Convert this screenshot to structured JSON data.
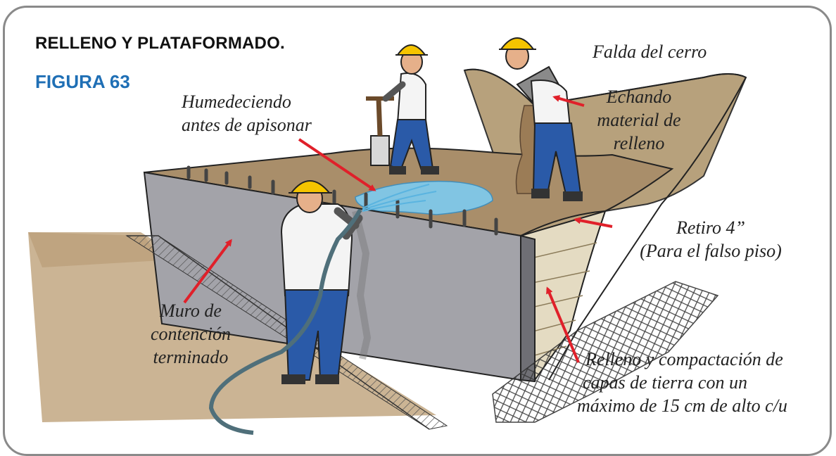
{
  "header": {
    "title": "RELLENO Y PLATAFORMADO.",
    "figure_label": "FIGURA 63"
  },
  "labels": {
    "humedeciendo": [
      "Humedeciendo",
      "antes de apisonar"
    ],
    "falda": [
      "Falda del cerro"
    ],
    "echando": [
      "Echando",
      "material de",
      "relleno"
    ],
    "retiro": [
      "Retiro 4”",
      "(Para el falso piso)"
    ],
    "muro": [
      "Muro de",
      "contención",
      "terminado"
    ],
    "relleno": [
      "Relleno y compactación de",
      "capas de tierra con un",
      "máximo de 15 cm de alto c/u"
    ]
  },
  "colors": {
    "accent": "#1f6fb5",
    "arrow": "#e0202a",
    "helmet": "#f5c400",
    "wall": "#a3a3a9",
    "soil": "#a98e6a",
    "water": "#7fc8ea",
    "jeans": "#2a5aa8"
  }
}
